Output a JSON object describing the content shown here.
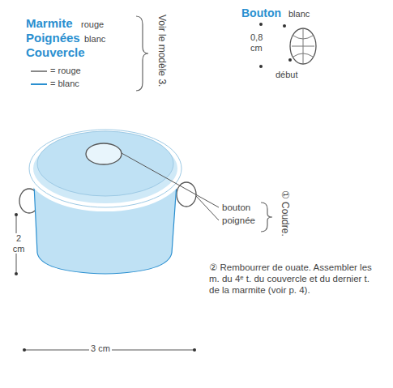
{
  "diagram": {
    "labels": [
      "Marmite",
      "rouge",
      "Poignées",
      "blanc",
      "Couvercle",
      "Voir le modèle 3.",
      "Bouton",
      "blanc",
      "0,8 cm",
      "début",
      "bouton",
      "poignée",
      "① Coudre.",
      "2 cm",
      "3 cm",
      "② Rembourrer de ouate. Assembler les m. du 4ᵉ t. du couvercle et du dernier t. de la marmite (voir p. 4)."
    ],
    "legend": [
      {
        "text": "= rouge"
      },
      {
        "text": "= blanc"
      }
    ]
  }
}
